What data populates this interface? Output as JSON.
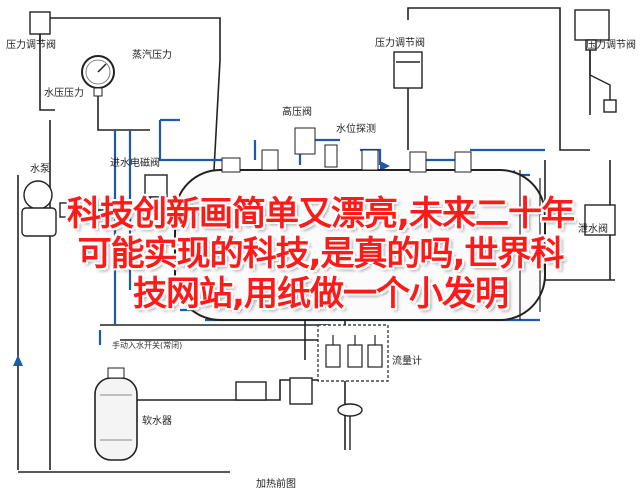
{
  "overlay": {
    "line1": "科技创新画简单又漂亮,未来二十年",
    "line2": "可能实现的科技,是真的吗,世界科",
    "line3": "技网站,用纸做一个小发明"
  },
  "labels": {
    "pressure_switch_top": "压力调节阀",
    "steam_pressure": "蒸汽压力",
    "water_pressure": "水压压力",
    "high_pressure_valve": "高压阀",
    "water_probe": "水位探测",
    "pump": "水泵",
    "inlet_solenoid": "进水电磁阀",
    "manual_valve": "手动入水开关(常闭)",
    "softener": "软水器",
    "flow_meter": "流量计",
    "drain_valve": "泄水阀",
    "caption": "加热前图"
  },
  "colors": {
    "line": "#1f1f1f",
    "pipe_blue": "#1e5aa8",
    "overlay_red": "#ff1a1a"
  }
}
